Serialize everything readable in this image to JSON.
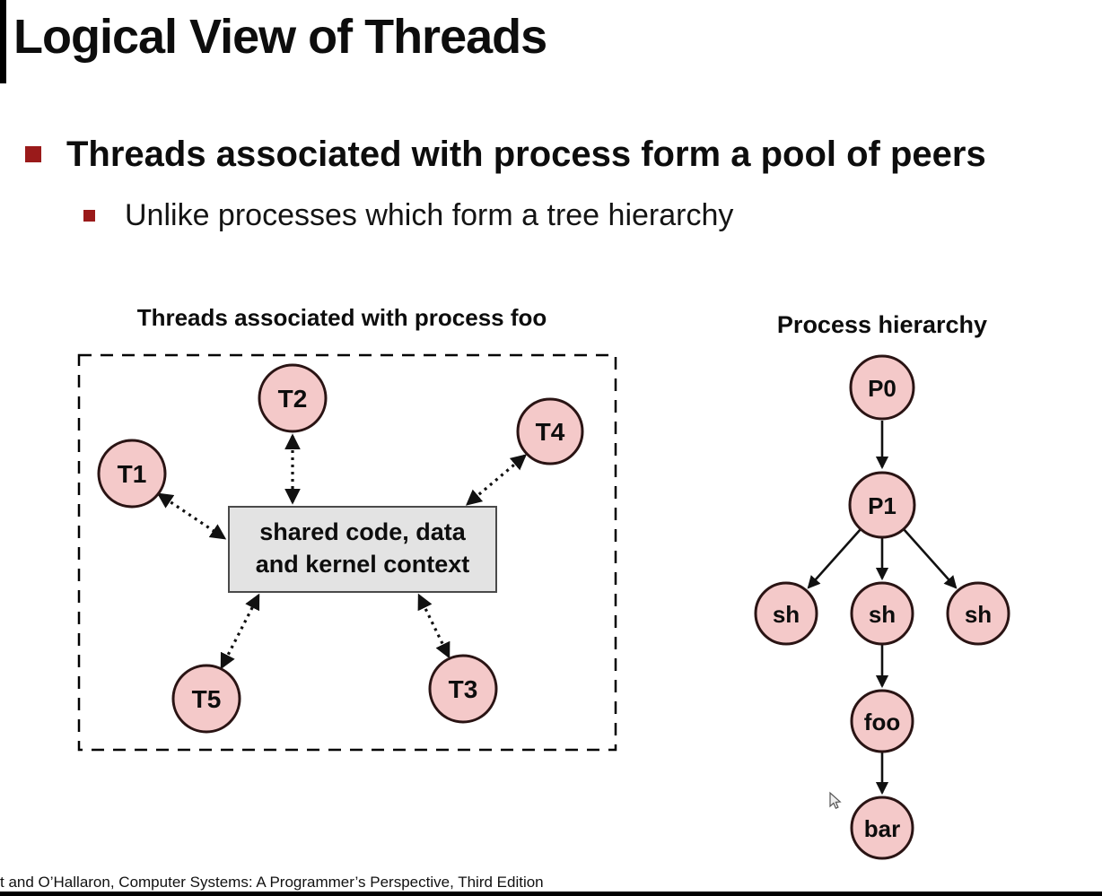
{
  "slide": {
    "title": "Logical View of Threads",
    "bullet1": "Threads associated with process form a pool of peers",
    "bullet2": "Unlike processes which form a tree hierarchy",
    "footer": "t and O’Hallaron, Computer Systems: A Programmer’s Perspective, Third Edition"
  },
  "thread_diagram": {
    "title": "Threads associated with process foo",
    "box_line1": "shared code, data",
    "box_line2": "and kernel context",
    "threads": [
      "T1",
      "T2",
      "T4",
      "T5",
      "T3"
    ]
  },
  "process_diagram": {
    "title": "Process hierarchy",
    "nodes": [
      "P0",
      "P1",
      "sh",
      "sh",
      "sh",
      "foo",
      "bar"
    ]
  },
  "colors": {
    "node_fill": "#f4c9c9",
    "node_border": "#2a1414",
    "bullet_square": "#9a1a1a",
    "box_fill": "#e3e3e3",
    "box_border": "#4a4a4a",
    "arrow": "#111111"
  }
}
